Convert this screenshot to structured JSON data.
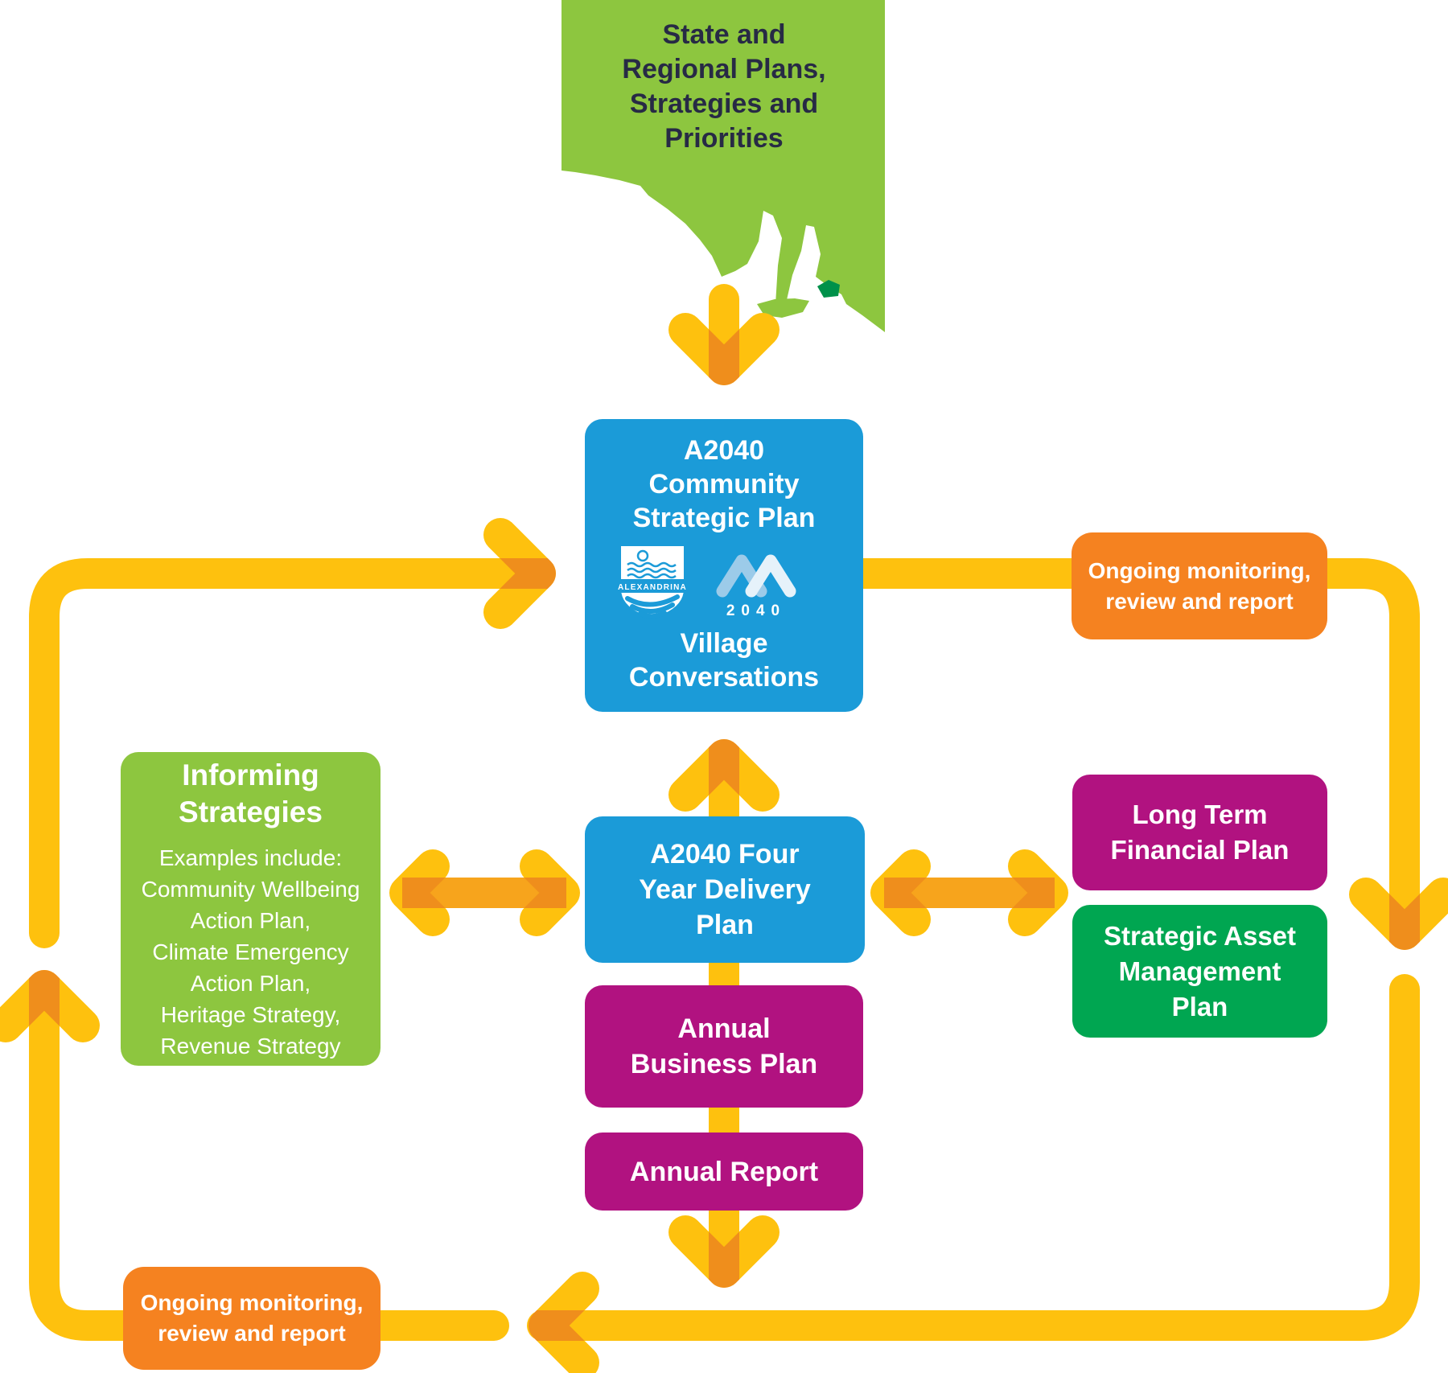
{
  "colors": {
    "yellow": "#FEC10E",
    "orange_mid": "#F7A41C",
    "orange_deep": "#EF8E1C",
    "blue": "#1B9BD8",
    "green_bright": "#8DC63F",
    "green_dark": "#00A651",
    "map_highlight": "#00914A",
    "magenta": "#B11280",
    "orange_box": "#F58220",
    "navy_text": "#272A45",
    "logo_blue_light": "#9CCBE9",
    "logo_blue_pale": "#E6F2FA"
  },
  "map": {
    "region": "South Australia",
    "highlight_region": "Alexandrina Council area",
    "title_lines": [
      "State and",
      "Regional Plans,",
      "Strategies and",
      "Priorities"
    ]
  },
  "boxes": {
    "csp": {
      "title_lines": [
        "A2040",
        "Community",
        "Strategic Plan"
      ],
      "subtitle_lines": [
        "Village",
        "Conversations"
      ]
    },
    "delivery": {
      "lines": [
        "A2040 Four",
        "Year Delivery",
        "Plan"
      ]
    },
    "informing": {
      "title_lines": [
        "Informing",
        "Strategies"
      ],
      "body_lines": [
        "Examples include:",
        "Community Wellbeing",
        "Action Plan,",
        "Climate Emergency",
        "Action Plan,",
        "Heritage Strategy,",
        "Revenue Strategy"
      ]
    },
    "ltfp": {
      "lines": [
        "Long Term",
        "Financial Plan"
      ]
    },
    "samp": {
      "lines": [
        "Strategic Asset",
        "Management",
        "Plan"
      ]
    },
    "abp": {
      "lines": [
        "Annual",
        "Business Plan"
      ]
    },
    "annual_report": {
      "lines": [
        "Annual Report"
      ]
    },
    "monitor_top": {
      "lines": [
        "Ongoing monitoring,",
        "review and report"
      ]
    },
    "monitor_bottom": {
      "lines": [
        "Ongoing monitoring,",
        "review and report"
      ]
    }
  },
  "logos": {
    "alexandrina": {
      "display": "ALEXANDRINA"
    },
    "a2040": {
      "text": "2040"
    }
  }
}
